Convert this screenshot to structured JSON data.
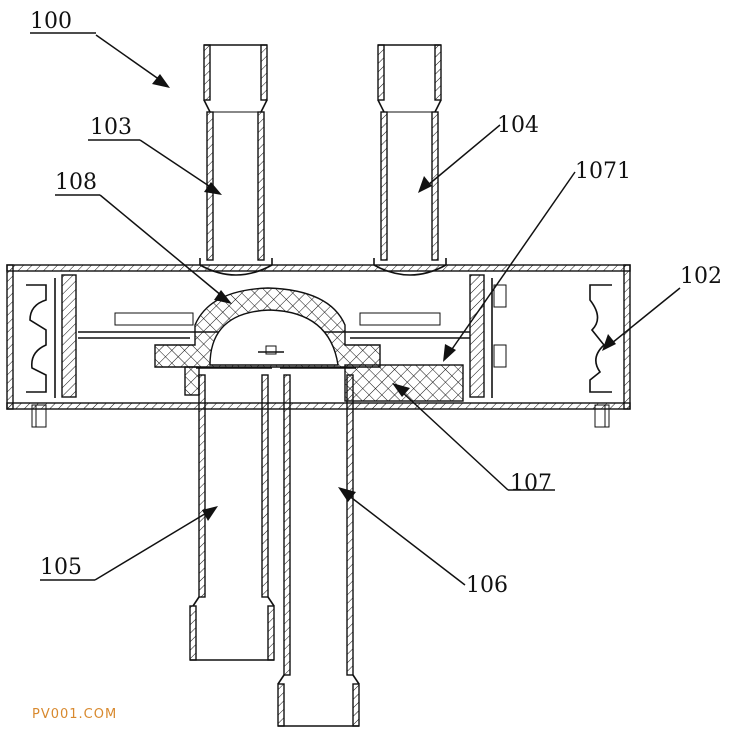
{
  "labels": {
    "l100": "100",
    "l103": "103",
    "l104": "104",
    "l108": "108",
    "l1071": "1071",
    "l102": "102",
    "l107": "107",
    "l105": "105",
    "l106": "106"
  },
  "watermark": "PV001.COM",
  "colors": {
    "line": "#111111",
    "watermark": "#d8892e",
    "background": "#ffffff"
  }
}
